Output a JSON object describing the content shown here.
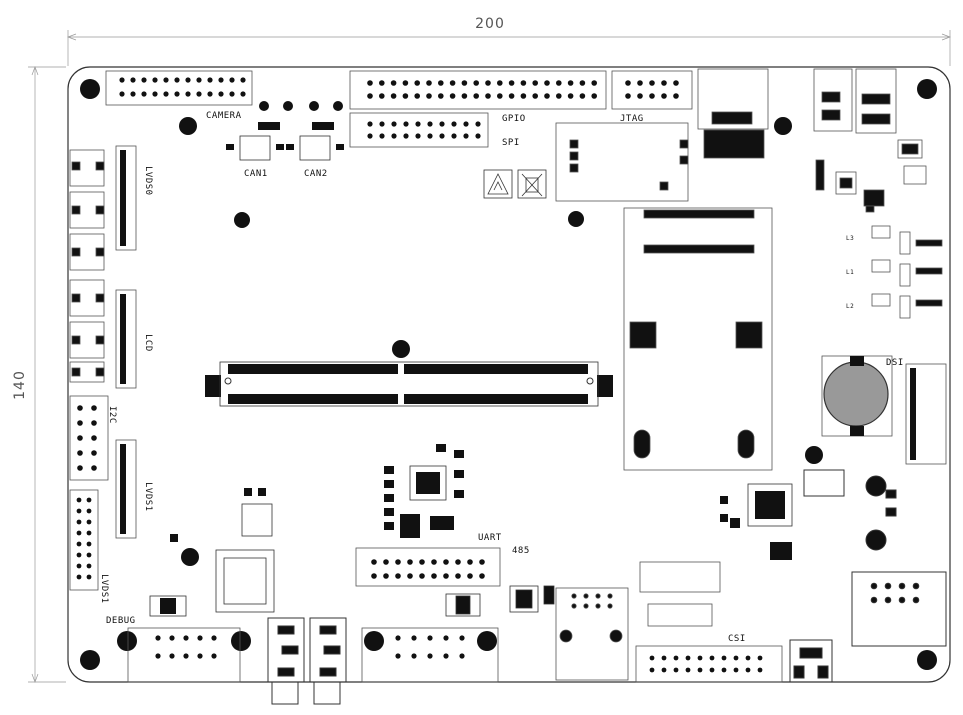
{
  "dimensions": {
    "width": "200",
    "height": "140"
  },
  "labels": {
    "camera": "CAMERA",
    "gpio": "GPIO",
    "spi": "SPI",
    "jtag": "JTAG",
    "can1": "CAN1",
    "can2": "CAN2",
    "lvds0": "LVDS0",
    "lcd": "LCD",
    "i2c": "I2C",
    "lvds1_a": "LVDS1",
    "lvds1_b": "LVDS1",
    "dsi": "DSI",
    "uart": "UART",
    "rs485": "485",
    "debug": "DEBUG",
    "csi": "CSI",
    "inductor_l3": "L3",
    "inductor_l1": "L1",
    "inductor_l2": "L2"
  },
  "colors": {
    "line": "#333333",
    "fill": "#111111",
    "outline": "#888888"
  },
  "icons": [
    "esd-warning-icon",
    "weee-bin-icon"
  ]
}
